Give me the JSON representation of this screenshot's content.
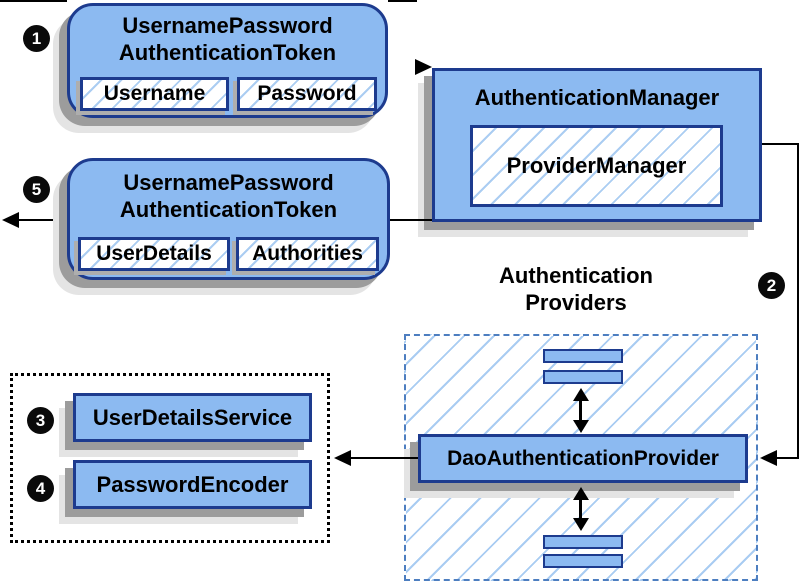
{
  "colors": {
    "node_fill": "#8cbaf1",
    "node_border": "#1d3b8e",
    "hatch_line": "#abcdf2",
    "dashed_container_border": "#4d7ec0",
    "shadow_dark": "#9c9c9c",
    "shadow_light": "#e4e4e4",
    "connector": "#000000"
  },
  "badges": {
    "one": "1",
    "two": "2",
    "three": "3",
    "four": "4",
    "five": "5"
  },
  "request_token": {
    "title_line1": "UsernamePassword",
    "title_line2": "AuthenticationToken",
    "field_username": "Username",
    "field_password": "Password"
  },
  "authentication_manager": {
    "title": "AuthenticationManager",
    "provider_manager": "ProviderManager"
  },
  "result_token": {
    "title_line1": "UsernamePassword",
    "title_line2": "AuthenticationToken",
    "field_userdetails": "UserDetails",
    "field_authorities": "Authorities"
  },
  "authentication_providers": {
    "title_line1": "Authentication",
    "title_line2": "Providers",
    "dao_provider": "DaoAuthenticationProvider"
  },
  "collaborators": {
    "user_details_service": "UserDetailsService",
    "password_encoder": "PasswordEncoder"
  }
}
